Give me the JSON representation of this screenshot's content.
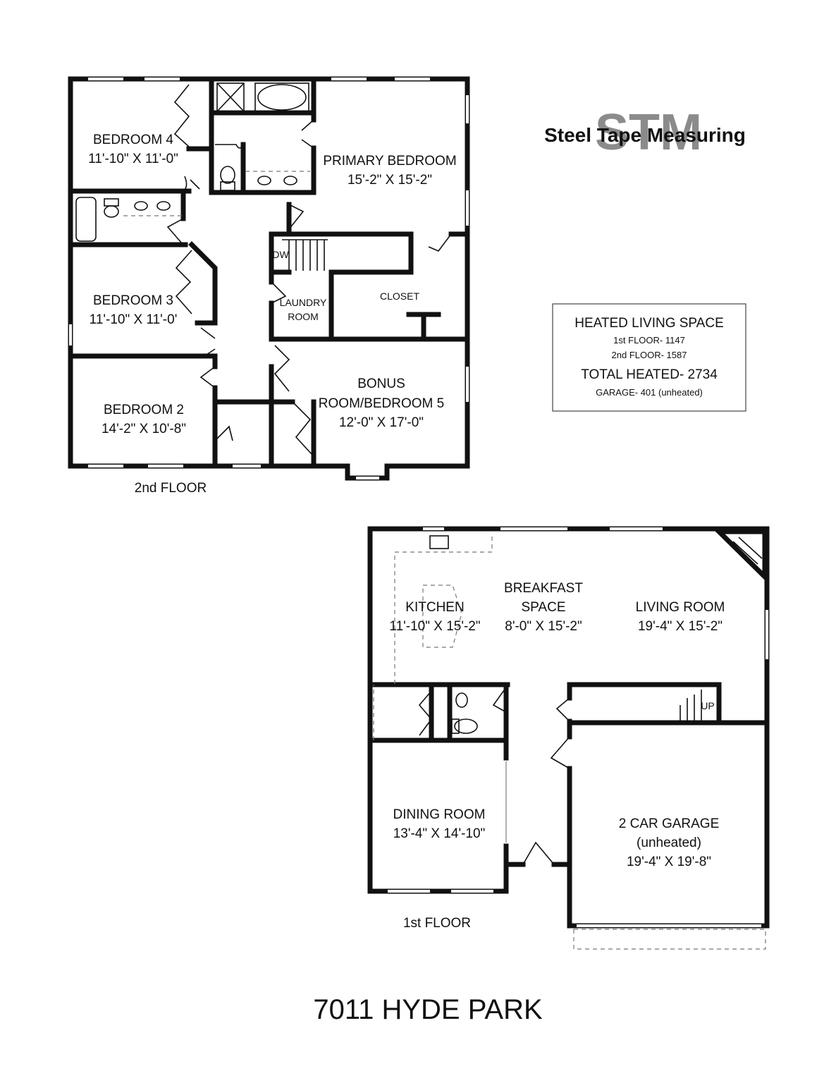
{
  "logo": {
    "text": "Steel Tape Measuring",
    "mark": "STM"
  },
  "floors": {
    "second": {
      "label": "2nd FLOOR",
      "rooms": {
        "bedroom4": {
          "name": "BEDROOM 4",
          "size": "11'-10\" X 11'-0\""
        },
        "primary": {
          "name": "PRIMARY BEDROOM",
          "size": "15'-2\" X 15'-2\""
        },
        "bedroom3": {
          "name": "BEDROOM 3",
          "size": "11'-10\" X 11'-0'"
        },
        "bedroom2": {
          "name": "BEDROOM 2",
          "size": "14'-2\" X 10'-8\""
        },
        "bonus": {
          "name_line1": "BONUS",
          "name_line2": "ROOM/BEDROOM 5",
          "size": "12'-0\" X 17'-0\""
        },
        "laundry": {
          "line1": "LAUNDRY",
          "line2": "ROOM"
        },
        "closet": {
          "name": "CLOSET"
        },
        "dw": {
          "name": "DW"
        }
      }
    },
    "first": {
      "label": "1st FLOOR",
      "rooms": {
        "kitchen": {
          "name": "KITCHEN",
          "size": "11'-10\" X 15'-2\""
        },
        "breakfast": {
          "name_line1": "BREAKFAST",
          "name_line2": "SPACE",
          "size": "8'-0\" X 15'-2\""
        },
        "living": {
          "name": "LIVING ROOM",
          "size": "19'-4\" X 15'-2\""
        },
        "dining": {
          "name": "DINING ROOM",
          "size": "13'-4\" X 14'-10\""
        },
        "garage": {
          "name": "2 CAR GARAGE",
          "note": "(unheated)",
          "size": "19'-4\" X 19'-8\""
        },
        "stairs": {
          "name": "UP"
        }
      }
    }
  },
  "info": {
    "title": "HEATED LIVING SPACE",
    "first": "1st FLOOR- 1147",
    "second": "2nd FLOOR- 1587",
    "total": "TOTAL HEATED- 2734",
    "garage": "GARAGE- 401 (unheated)"
  },
  "address": "7011 HYDE PARK"
}
